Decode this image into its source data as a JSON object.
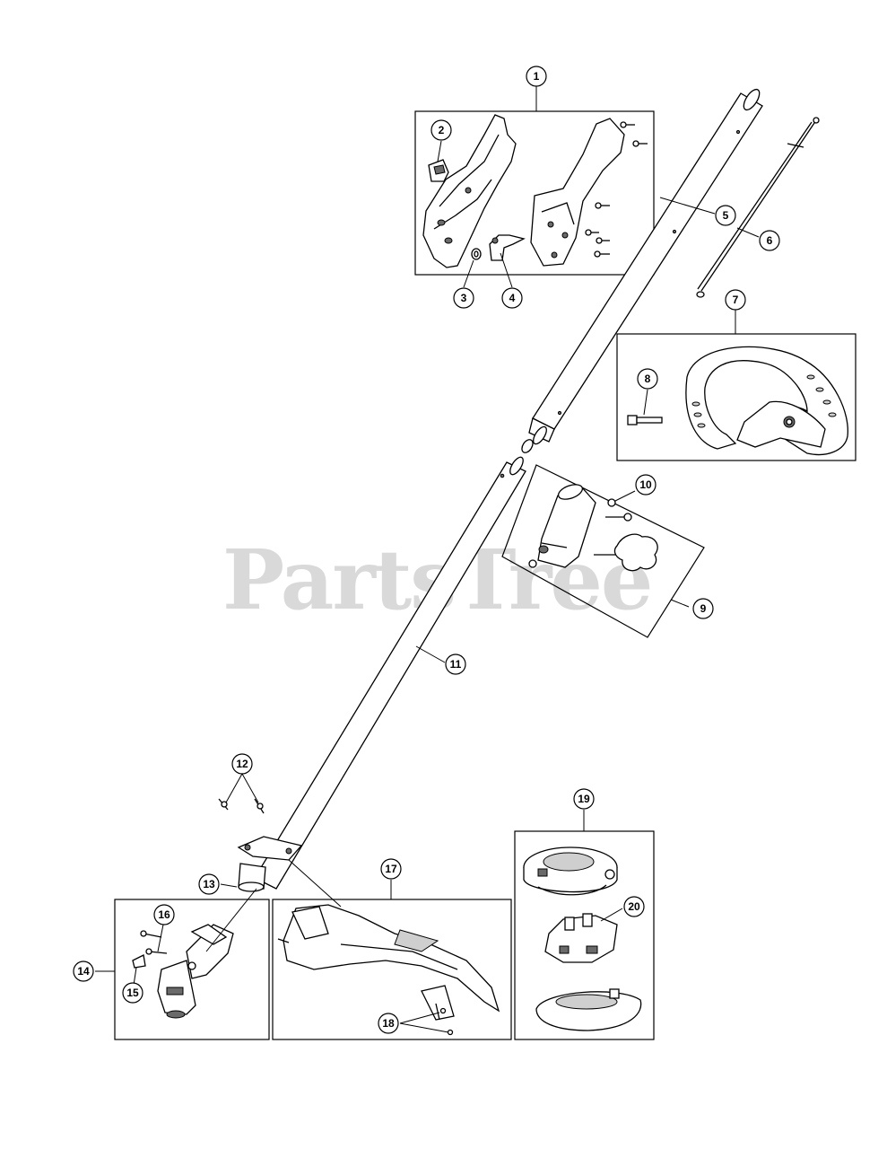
{
  "watermark": {
    "text": "PartsTree",
    "trademark": "™"
  },
  "callouts": [
    {
      "id": "c1",
      "number": "1"
    },
    {
      "id": "c2",
      "number": "2"
    },
    {
      "id": "c3",
      "number": "3"
    },
    {
      "id": "c4",
      "number": "4"
    },
    {
      "id": "c5",
      "number": "5"
    },
    {
      "id": "c6",
      "number": "6"
    },
    {
      "id": "c7",
      "number": "7"
    },
    {
      "id": "c8",
      "number": "8"
    },
    {
      "id": "c9",
      "number": "9"
    },
    {
      "id": "c10",
      "number": "10"
    },
    {
      "id": "c11",
      "number": "11"
    },
    {
      "id": "c12",
      "number": "12"
    },
    {
      "id": "c13",
      "number": "13"
    },
    {
      "id": "c14",
      "number": "14"
    },
    {
      "id": "c15",
      "number": "15"
    },
    {
      "id": "c16",
      "number": "16"
    },
    {
      "id": "c17",
      "number": "17"
    },
    {
      "id": "c18",
      "number": "18"
    },
    {
      "id": "c19",
      "number": "19"
    },
    {
      "id": "c20",
      "number": "20"
    }
  ]
}
